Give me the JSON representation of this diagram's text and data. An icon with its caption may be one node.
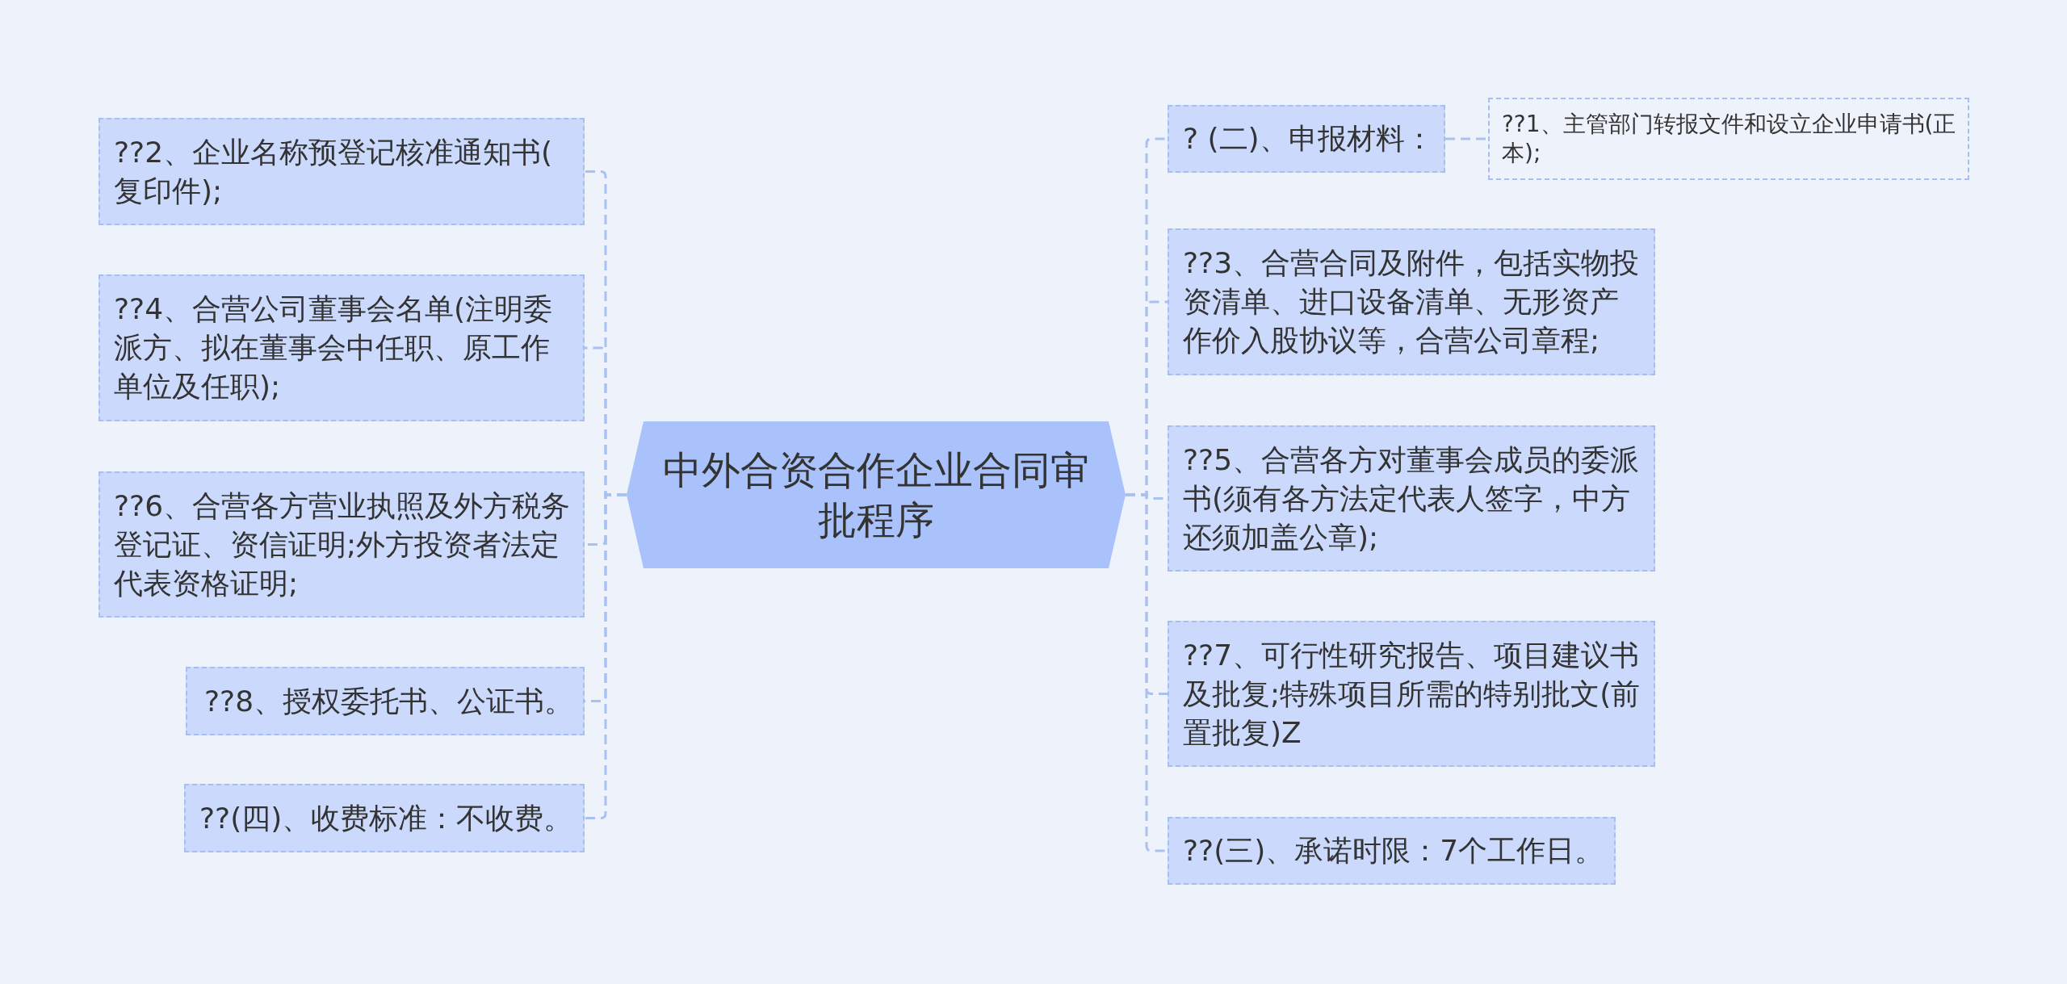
{
  "diagram": {
    "nodes": [
      {
        "text": [
          "中外合资合作企业合同审批程序"
        ]
      },
      {
        "text": [
          "??2、企业名称预登记核准通知书(复印件);"
        ]
      },
      {
        "text": [
          "??4、合营公司董事会名单(注明委派方、拟在董事会中任职、原工作单位及任职);"
        ]
      },
      {
        "text": [
          "??6、合营各方营业执照及外方税务登记证、资信证明;外方投资者法定代表资格证明;"
        ]
      },
      {
        "text": [
          "??8、授权委托书、公证书。"
        ]
      },
      {
        "text": [
          "??(四)、收费标准：不收费。"
        ]
      },
      {
        "text": [
          "? (二)、申报材料："
        ]
      },
      {
        "text": [
          "??1、主管部门转报文件和设立企业申请书(正本);"
        ]
      },
      {
        "text": [
          "??3、合营合同及附件，包括实物投资清单、进口设备清单、无形资产作价入股协议等，合营公司章程;"
        ]
      },
      {
        "text": [
          "??5、合营各方对董事会成员的委派书(须有各方法定代表人签字，中方还须加盖公章);"
        ]
      },
      {
        "text": [
          "??7、可行性研究报告、项目建议书及批复;特殊项目所需的特别批文(前置批复)Z"
        ]
      },
      {
        "text": [
          "??(三)、承诺时限：7个工作日。"
        ]
      }
    ],
    "edges": [
      {
        "from": 0,
        "to": 1,
        "arrow": "none",
        "style": "dashed"
      },
      {
        "from": 0,
        "to": 2,
        "arrow": "none",
        "style": "dashed"
      },
      {
        "from": 0,
        "to": 3,
        "arrow": "none",
        "style": "dashed"
      },
      {
        "from": 0,
        "to": 4,
        "arrow": "none",
        "style": "dashed"
      },
      {
        "from": 0,
        "to": 5,
        "arrow": "none",
        "style": "dashed"
      },
      {
        "from": 0,
        "to": 6,
        "arrow": "none",
        "style": "dashed"
      },
      {
        "from": 6,
        "to": 7,
        "arrow": "none",
        "style": "dashed"
      },
      {
        "from": 0,
        "to": 8,
        "arrow": "none",
        "style": "dashed"
      },
      {
        "from": 0,
        "to": 9,
        "arrow": "none",
        "style": "dashed"
      },
      {
        "from": 0,
        "to": 10,
        "arrow": "none",
        "style": "dashed"
      },
      {
        "from": 0,
        "to": 11,
        "arrow": "none",
        "style": "dashed"
      }
    ]
  }
}
